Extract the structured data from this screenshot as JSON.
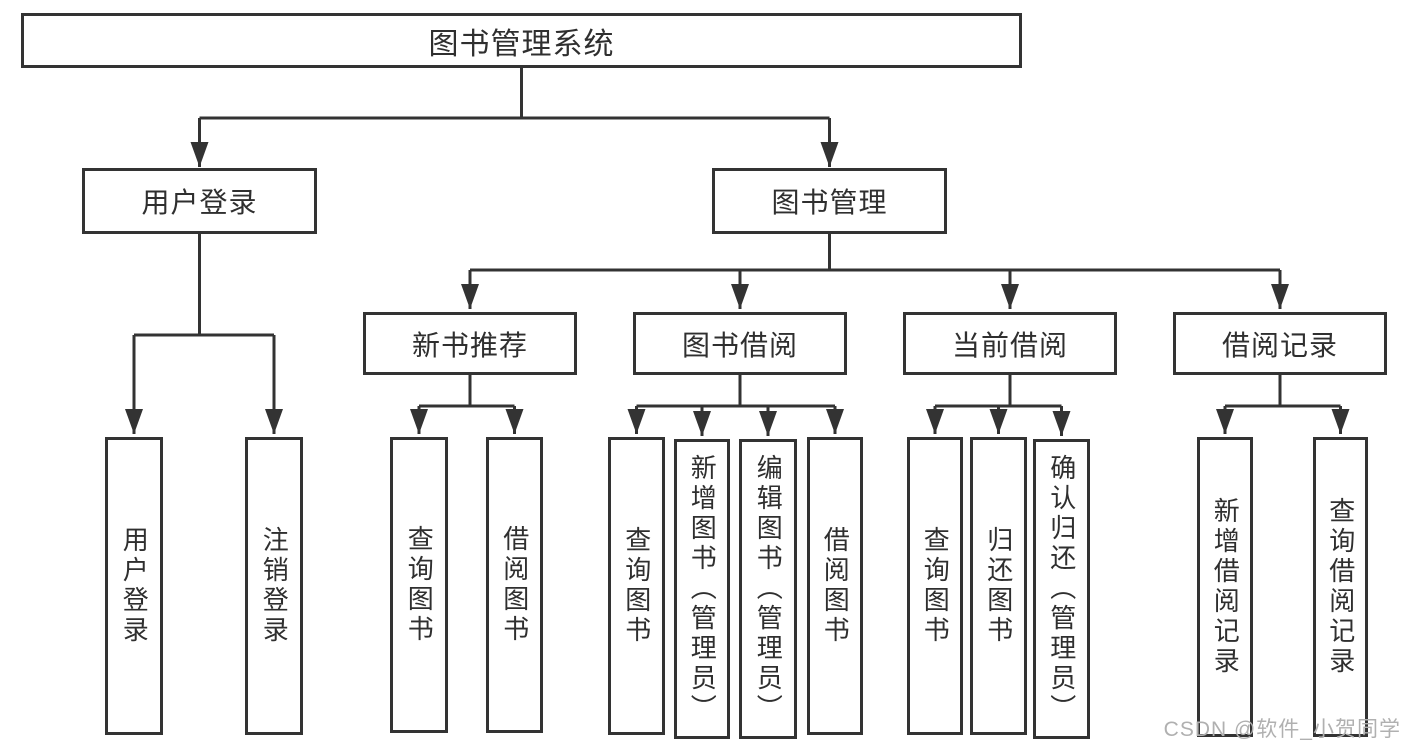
{
  "diagram_type": "hierarchy-tree",
  "nodes": {
    "root": "图书管理系统",
    "user_login": "用户登录",
    "book_management": "图书管理",
    "new_book_recommend": "新书推荐",
    "book_borrow": "图书借阅",
    "current_borrow": "当前借阅",
    "borrow_records": "借阅记录",
    "leaf_user_login": "用户登录",
    "leaf_logout": "注销登录",
    "leaf_nb_query_books": "查询图书",
    "leaf_nb_borrow_books": "借阅图书",
    "leaf_bb_query_books": "查询图书",
    "leaf_bb_add_books": "新增图书（管理员）",
    "leaf_bb_edit_books": "编辑图书（管理员）",
    "leaf_bb_borrow_books": "借阅图书",
    "leaf_cb_query_books": "查询图书",
    "leaf_cb_return_books": "归还图书",
    "leaf_cb_confirm_return": "确认归还（管理员）",
    "leaf_br_add_record": "新增借阅记录",
    "leaf_br_query_record": "查询借阅记录"
  },
  "hierarchy": {
    "图书管理系统": {
      "用户登录": [
        "用户登录",
        "注销登录"
      ],
      "图书管理": {
        "新书推荐": [
          "查询图书",
          "借阅图书"
        ],
        "图书借阅": [
          "查询图书",
          "新增图书（管理员）",
          "编辑图书（管理员）",
          "借阅图书"
        ],
        "当前借阅": [
          "查询图书",
          "归还图书",
          "确认归还（管理员）"
        ],
        "借阅记录": [
          "新增借阅记录",
          "查询借阅记录"
        ]
      }
    }
  },
  "watermark": "CSDN @软件_小贺同学",
  "colors": {
    "line": "#333333",
    "box_border": "#333333",
    "box_background": "#ffffff",
    "text": "#2f2f2f",
    "watermark": "#b0b0b0",
    "background": "#ffffff"
  }
}
